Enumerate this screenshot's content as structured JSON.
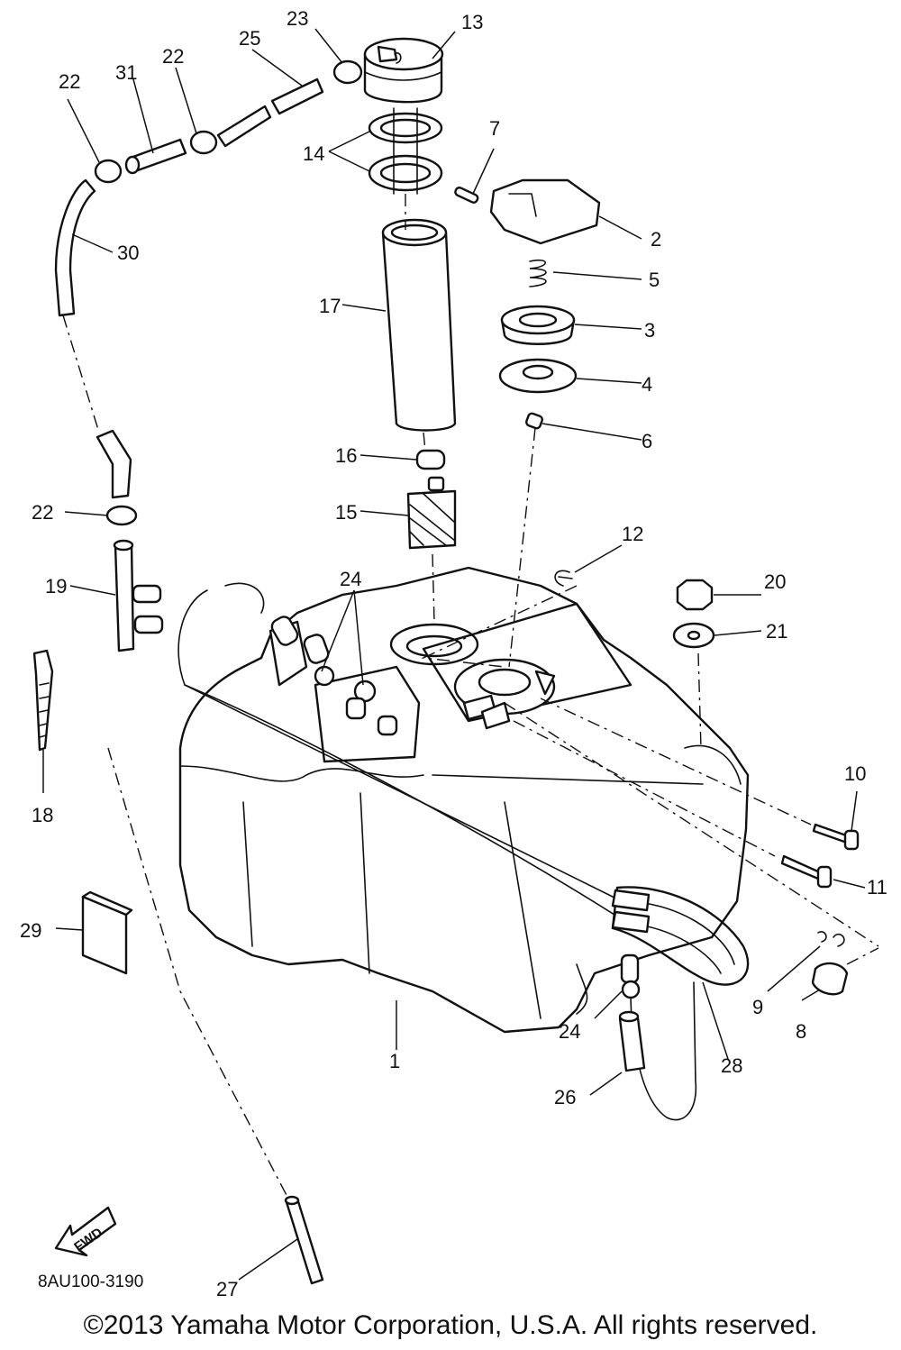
{
  "diagram": {
    "callouts": {
      "c1": "1",
      "c2": "2",
      "c3": "3",
      "c4": "4",
      "c5": "5",
      "c6": "6",
      "c7": "7",
      "c8": "8",
      "c9": "9",
      "c10": "10",
      "c11": "11",
      "c12": "12",
      "c13": "13",
      "c14": "14",
      "c15": "15",
      "c16": "16",
      "c17": "17",
      "c18": "18",
      "c19": "19",
      "c20": "20",
      "c21": "21",
      "c22a": "22",
      "c22b": "22",
      "c22c": "22",
      "c23": "23",
      "c24a": "24",
      "c24b": "24",
      "c25": "25",
      "c26": "26",
      "c27": "27",
      "c28": "28",
      "c29": "29",
      "c30": "30",
      "c31": "31"
    },
    "fwd_label": "FWD",
    "drawing_code": "8AU100-3190"
  },
  "copyright": "©2013 Yamaha Motor Corporation, U.S.A. All rights reserved."
}
